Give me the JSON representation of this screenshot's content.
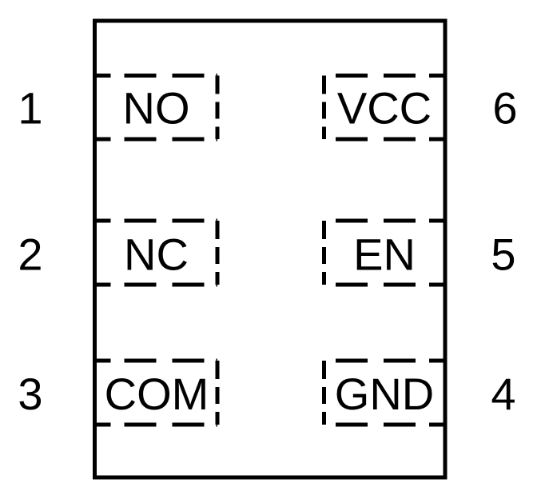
{
  "diagram": {
    "kind": "ic-package-pinout",
    "pin_count": 6,
    "colors": {
      "line": "#000000",
      "background": "#ffffff"
    },
    "pins": [
      {
        "number": "1",
        "name": "NO",
        "side": "left",
        "row": 1
      },
      {
        "number": "2",
        "name": "NC",
        "side": "left",
        "row": 2
      },
      {
        "number": "3",
        "name": "COM",
        "side": "left",
        "row": 3
      },
      {
        "number": "4",
        "name": "GND",
        "side": "right",
        "row": 3
      },
      {
        "number": "5",
        "name": "EN",
        "side": "right",
        "row": 2
      },
      {
        "number": "6",
        "name": "VCC",
        "side": "right",
        "row": 1
      }
    ]
  }
}
